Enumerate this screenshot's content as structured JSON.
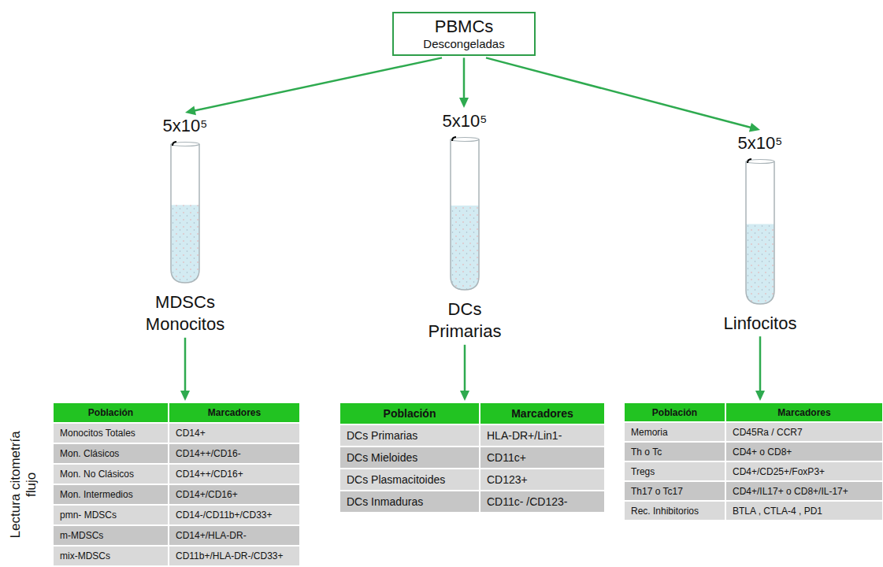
{
  "diagram": {
    "nodes": [
      {
        "text": [
          "PBMCs",
          "Descongeladas"
        ]
      },
      {
        "text": [
          "5x10⁵",
          "MDSCs Monocitos"
        ]
      },
      {
        "text": [
          "5x10⁵",
          "DCs Primarias"
        ]
      },
      {
        "text": [
          "5x10⁵",
          "Linfocitos"
        ]
      },
      {
        "text": [
          "Población",
          "Marcadores",
          "Monocitos Totales",
          "CD14+",
          "Mon. Clásicos",
          "CD14++/CD16-",
          "Mon. No Clásicos",
          "CD14++/CD16+",
          "Mon. Intermedios",
          "CD14+/CD16+",
          "pmn- MDSCs",
          "CD14-/CD11b+/CD33+",
          "m-MDSCs",
          "CD14+/HLA-DR-",
          "mix-MDSCs",
          "CD11b+/HLA-DR-/CD33+"
        ]
      },
      {
        "text": [
          "Población",
          "Marcadores",
          "DCs Primarias",
          "HLA-DR+/Lin1-",
          "DCs Mieloides",
          "CD11c+",
          "DCs Plasmacitoides",
          "CD123+",
          "DCs Inmaduras",
          "CD11c- /CD123-"
        ]
      },
      {
        "text": [
          "Población",
          "Marcadores",
          "Memoria",
          "CD45Ra / CCR7",
          "Th o Tc",
          "CD4+ o CD8+",
          "Tregs",
          "CD4+/CD25+/FoxP3+",
          "Th17 o Tc17",
          "CD4+/IL17+ o CD8+/IL-17+",
          "Rec. Inhibitorios",
          "BTLA , CTLA-4 , PD1"
        ]
      }
    ],
    "edges": [
      {
        "from": 0,
        "to": 1,
        "arrow": "to"
      },
      {
        "from": 0,
        "to": 2,
        "arrow": "to"
      },
      {
        "from": 0,
        "to": 3,
        "arrow": "to"
      },
      {
        "from": 1,
        "to": 4,
        "arrow": "to"
      },
      {
        "from": 2,
        "to": 5,
        "arrow": "to"
      },
      {
        "from": 3,
        "to": 6,
        "arrow": "to"
      }
    ],
    "labels": [
      "Lectura citometría flujo"
    ]
  }
}
